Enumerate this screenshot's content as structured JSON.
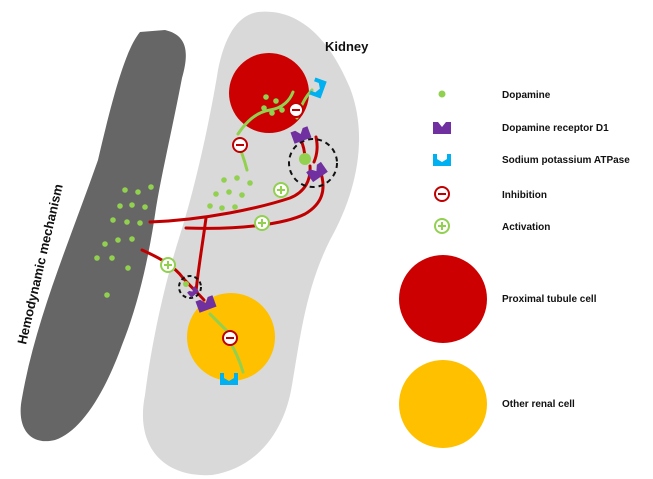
{
  "diagram": {
    "kidney_label": "Kidney",
    "hemodynamic_label": "Hemodynamic mechanism"
  },
  "legend": {
    "dopamine": "Dopamine",
    "receptor": "Dopamine receptor D1",
    "atpase": "Sodium potassium ATPase",
    "inhibition": "Inhibition",
    "activation": "Activation",
    "proximal": "Proximal tubule cell",
    "other": "Other renal cell"
  },
  "colors": {
    "hemodynamic_band": "#666666",
    "kidney": "#d9d9d9",
    "proximal_tubule_cell": "#cc0000",
    "other_renal_cell": "#ffc000",
    "pathway_red": "#c00000",
    "dopamine_green": "#92d050",
    "receptor_purple": "#7030a0",
    "atpase_blue": "#00b0f0"
  }
}
